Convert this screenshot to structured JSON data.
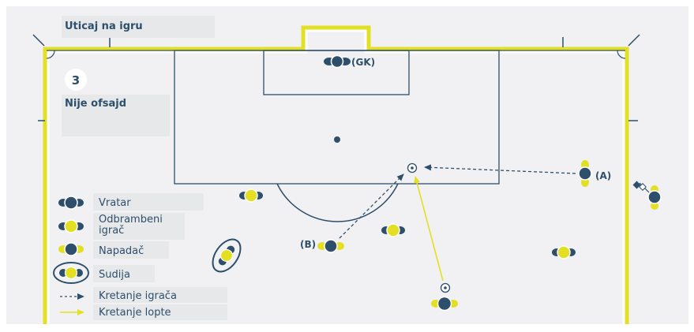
{
  "header": {
    "title": "Uticaj na igru"
  },
  "scenario": {
    "number": "3",
    "decision": "Nije ofsajd"
  },
  "players": {
    "gk": "(GK)",
    "a": "(A)",
    "b": "(B)"
  },
  "legend": {
    "goalkeeper": "Vratar",
    "defender_line1": "Odbrambeni",
    "defender_line2": "igrač",
    "attacker": "Napadač",
    "referee": "Sudija",
    "player_movement": "Kretanje igrača",
    "ball_movement": "Kretanje lopte"
  },
  "colors": {
    "pitch_lines": "#2d4f6b",
    "yellow": "#e3e024",
    "attacker_blue": "#2d4f6b",
    "panel": "#f1f1f3"
  }
}
